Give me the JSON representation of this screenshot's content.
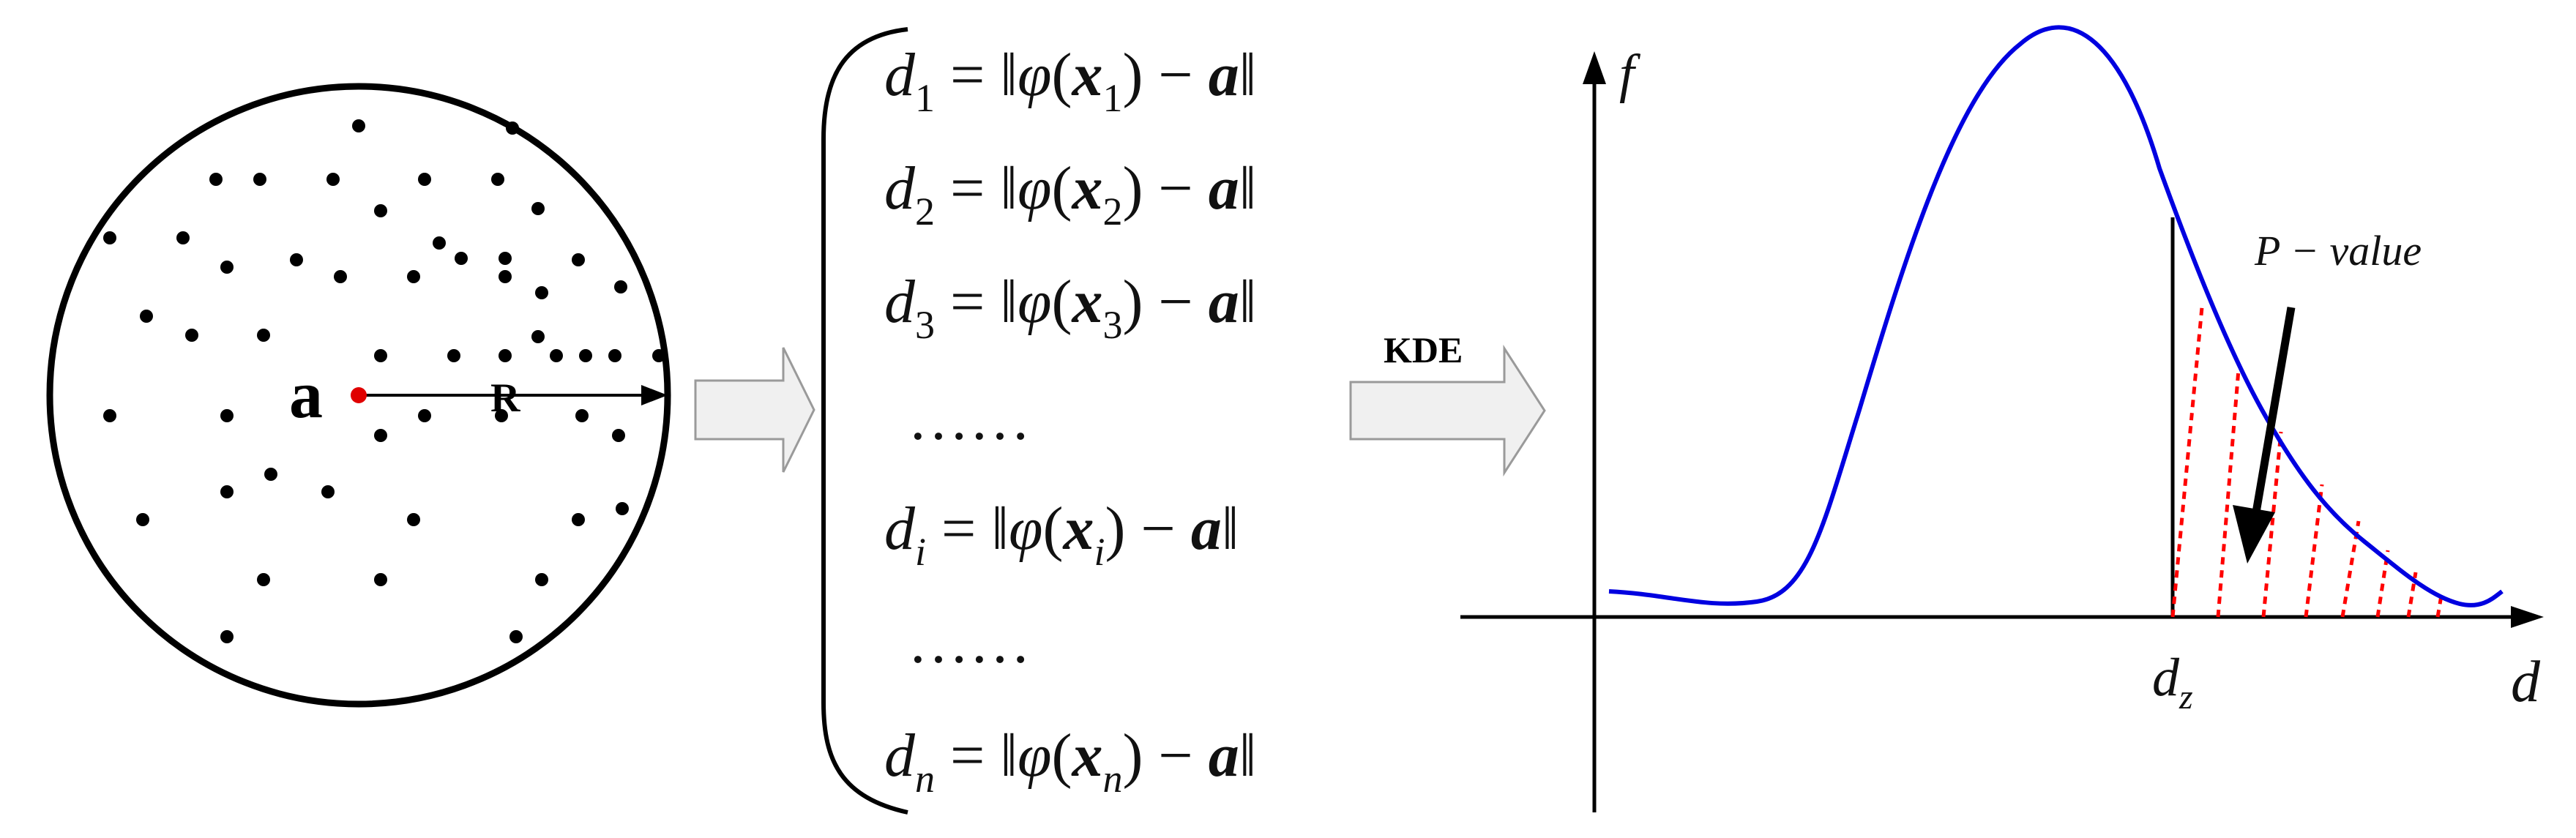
{
  "sphere": {
    "center_label": "a",
    "radius_label": "R"
  },
  "arrow_kde_label": "KDE",
  "equations": [
    {
      "lhs": "d",
      "sub": "1",
      "var_sub": "1"
    },
    {
      "lhs": "d",
      "sub": "2",
      "var_sub": "2"
    },
    {
      "lhs": "d",
      "sub": "3",
      "var_sub": "3"
    },
    {
      "ellipsis": "……"
    },
    {
      "lhs": "d",
      "sub": "i",
      "var_sub": "i"
    },
    {
      "ellipsis": "……"
    },
    {
      "lhs": "d",
      "sub": "n",
      "var_sub": "n"
    }
  ],
  "equation_parts": {
    "equals": "=",
    "norm": "‖",
    "phi": "φ",
    "open": "(",
    "x": "x",
    "close": ")",
    "minus": "−",
    "a": "a"
  },
  "plot": {
    "y_axis_label": "f",
    "x_axis_label": "d",
    "threshold_label": "d",
    "threshold_sub": "z",
    "annotation": "P − value"
  },
  "colors": {
    "curve": "#0000e0",
    "hatch": "#ff0000",
    "center_dot": "#e00000",
    "ink": "#000000",
    "arrow_fill": "#f0f0f0",
    "arrow_stroke": "#9a9a9a"
  }
}
